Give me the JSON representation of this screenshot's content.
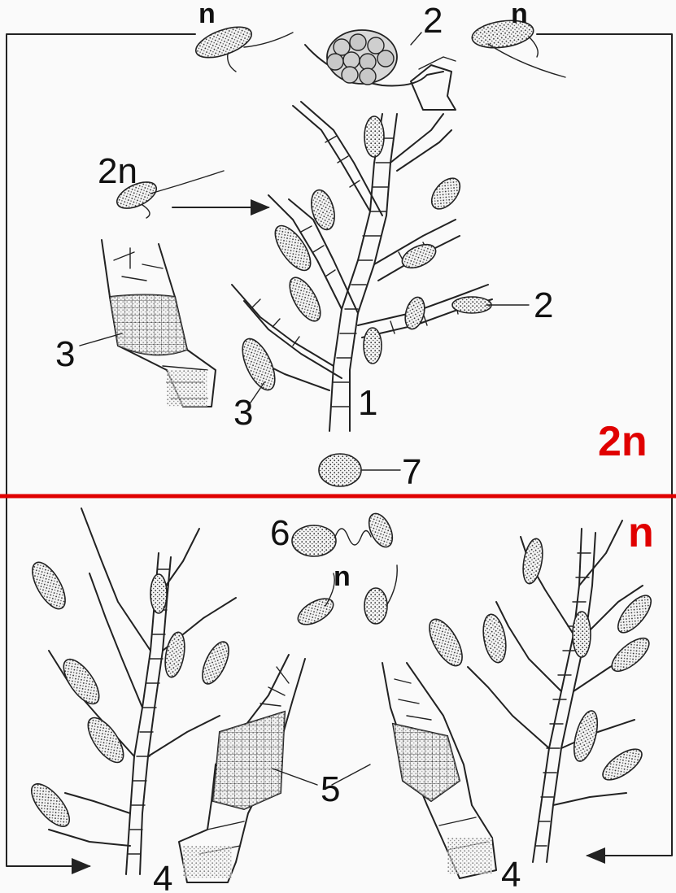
{
  "labels": {
    "n_top_left": "n",
    "n_top_right": "n",
    "two_top": "2",
    "two_n_zoospore": "2n",
    "three_left": "3",
    "three_center": "3",
    "one": "1",
    "two_right": "2",
    "seven": "7",
    "six": "6",
    "n_bottom": "n",
    "five": "5",
    "four_left": "4",
    "four_right": "4"
  },
  "ploidy": {
    "upper": "2n",
    "lower": "n"
  },
  "colors": {
    "divider": "#e00000",
    "ploidy_text": "#e00000",
    "ink": "#222222"
  }
}
